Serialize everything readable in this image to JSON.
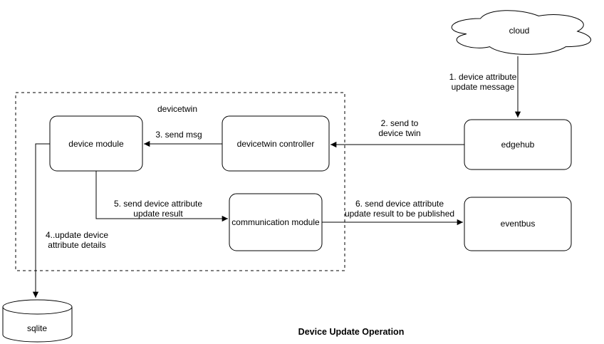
{
  "diagram": {
    "title": "Device Update Operation",
    "colors": {
      "stroke": "#000000",
      "node_fill": "#ffffff",
      "background": "#ffffff"
    },
    "group": {
      "label": "devicetwin"
    },
    "nodes": {
      "cloud": "cloud",
      "edgehub": "edgehub",
      "controller": "devicetwin controller",
      "device_module": "device module",
      "comm_module": "communication module",
      "eventbus": "eventbus",
      "sqlite": "sqlite"
    },
    "edges": {
      "e1": {
        "l1": "1. device attribute",
        "l2": "update message"
      },
      "e2": {
        "l1": "2. send to",
        "l2": "device twin"
      },
      "e3": {
        "l1": "3. send msg"
      },
      "e4": {
        "l1": "4..update device",
        "l2": "attribute details"
      },
      "e5": {
        "l1": "5. send device attribute",
        "l2": "update result"
      },
      "e6": {
        "l1": "6. send device attribute",
        "l2": "update result to be published"
      }
    }
  }
}
